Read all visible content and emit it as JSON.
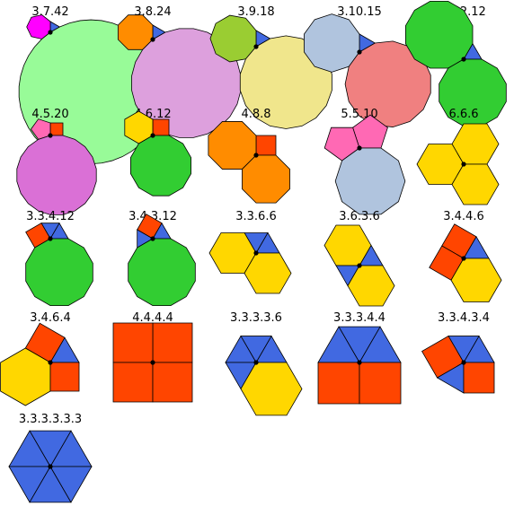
{
  "colors": {
    "3": "#4169e1",
    "4": "#ff4500",
    "5": "#ff69b4",
    "6": "#ffd700",
    "7": "#ff00ff",
    "8": "#ff8c00",
    "9": "#9acd32",
    "10": "#b0c4de",
    "12": "#32cd32",
    "15": "#dda0dd",
    "18": "#f0e68c",
    "20": "#da70d6",
    "24": "#dda0dd",
    "42": "#98fb98",
    "outline": "#000000",
    "vertex": "#000000"
  },
  "configurations": [
    {
      "label": "3.7.42",
      "polygons": [
        3,
        7,
        42
      ],
      "face_colors": [
        "#4169e1",
        "#ff00ff",
        "#98fb98"
      ]
    },
    {
      "label": "3.8.24",
      "polygons": [
        3,
        8,
        24
      ],
      "face_colors": [
        "#4169e1",
        "#ff8c00",
        "#dda0dd"
      ]
    },
    {
      "label": "3.9.18",
      "polygons": [
        3,
        9,
        18
      ],
      "face_colors": [
        "#4169e1",
        "#9acd32",
        "#f0e68c"
      ]
    },
    {
      "label": "3.10.15",
      "polygons": [
        3,
        10,
        15
      ],
      "face_colors": [
        "#4169e1",
        "#b0c4de",
        "#f08080"
      ]
    },
    {
      "label": "3.12.12",
      "polygons": [
        3,
        12,
        12
      ],
      "face_colors": [
        "#4169e1",
        "#32cd32",
        "#32cd32"
      ]
    },
    {
      "label": "4.5.20",
      "polygons": [
        4,
        5,
        20
      ],
      "face_colors": [
        "#ff4500",
        "#ff69b4",
        "#da70d6"
      ]
    },
    {
      "label": "4.6.12",
      "polygons": [
        4,
        6,
        12
      ],
      "face_colors": [
        "#ff4500",
        "#ffd700",
        "#32cd32"
      ]
    },
    {
      "label": "4.8.8",
      "polygons": [
        4,
        8,
        8
      ],
      "face_colors": [
        "#ff4500",
        "#ff8c00",
        "#ff8c00"
      ]
    },
    {
      "label": "5.5.10",
      "polygons": [
        5,
        5,
        10
      ],
      "face_colors": [
        "#ff69b4",
        "#ff69b4",
        "#b0c4de"
      ]
    },
    {
      "label": "6.6.6",
      "polygons": [
        6,
        6,
        6
      ],
      "face_colors": [
        "#ffd700",
        "#ffd700",
        "#ffd700"
      ]
    },
    {
      "label": "3.3.4.12",
      "polygons": [
        3,
        3,
        4,
        12
      ],
      "face_colors": [
        "#4169e1",
        "#4169e1",
        "#ff4500",
        "#32cd32"
      ]
    },
    {
      "label": "3.4.3.12",
      "polygons": [
        3,
        4,
        3,
        12
      ],
      "face_colors": [
        "#4169e1",
        "#ff4500",
        "#4169e1",
        "#32cd32"
      ]
    },
    {
      "label": "3.3.6.6",
      "polygons": [
        3,
        3,
        6,
        6
      ],
      "face_colors": [
        "#4169e1",
        "#4169e1",
        "#ffd700",
        "#ffd700"
      ]
    },
    {
      "label": "3.6.3.6",
      "polygons": [
        3,
        6,
        3,
        6
      ],
      "face_colors": [
        "#4169e1",
        "#ffd700",
        "#4169e1",
        "#ffd700"
      ]
    },
    {
      "label": "3.4.4.6",
      "polygons": [
        3,
        4,
        4,
        6
      ],
      "face_colors": [
        "#4169e1",
        "#ff4500",
        "#ff4500",
        "#ffd700"
      ]
    },
    {
      "label": "3.4.6.4",
      "polygons": [
        3,
        4,
        6,
        4
      ],
      "face_colors": [
        "#4169e1",
        "#ff4500",
        "#ffd700",
        "#ff4500"
      ]
    },
    {
      "label": "4.4.4.4",
      "polygons": [
        4,
        4,
        4,
        4
      ],
      "face_colors": [
        "#ff4500",
        "#ff4500",
        "#ff4500",
        "#ff4500"
      ]
    },
    {
      "label": "3.3.3.3.6",
      "polygons": [
        3,
        3,
        3,
        3,
        6
      ],
      "face_colors": [
        "#4169e1",
        "#4169e1",
        "#4169e1",
        "#4169e1",
        "#ffd700"
      ]
    },
    {
      "label": "3.3.3.4.4",
      "polygons": [
        3,
        3,
        3,
        4,
        4
      ],
      "face_colors": [
        "#4169e1",
        "#4169e1",
        "#4169e1",
        "#ff4500",
        "#ff4500"
      ]
    },
    {
      "label": "3.3.4.3.4",
      "polygons": [
        3,
        3,
        4,
        3,
        4
      ],
      "face_colors": [
        "#4169e1",
        "#4169e1",
        "#ff4500",
        "#4169e1",
        "#ff4500"
      ]
    },
    {
      "label": "3.3.3.3.3.3",
      "polygons": [
        3,
        3,
        3,
        3,
        3,
        3
      ],
      "face_colors": [
        "#4169e1",
        "#4169e1",
        "#4169e1",
        "#4169e1",
        "#4169e1",
        "#4169e1"
      ]
    }
  ]
}
